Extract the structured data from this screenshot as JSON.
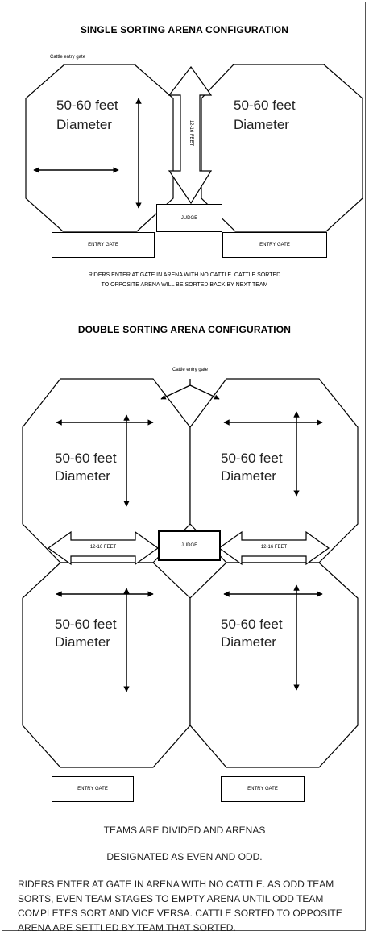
{
  "single": {
    "title": "SINGLE SORTING ARENA CONFIGURATION",
    "cattle_gate": "Cattle entry gate",
    "arena_left_size": "50-60 feet",
    "arena_left_unit": "Diameter",
    "arena_right_size": "50-60 feet",
    "arena_right_unit": "Diameter",
    "gap_label": "12-16 FEET",
    "judge": "JUDGE",
    "entry_left": "ENTRY GATE",
    "entry_right": "ENTRY GATE",
    "note_line1": "RIDERS ENTER AT GATE IN ARENA WITH NO CATTLE. CATTLE SORTED",
    "note_line2": "TO OPPOSITE ARENA WILL BE SORTED BACK BY NEXT TEAM"
  },
  "double": {
    "title": "DOUBLE SORTING ARENA CONFIGURATION",
    "cattle_gate": "Cattle entry gate",
    "arenas": [
      {
        "size": "50-60 feet",
        "unit": "Diameter"
      },
      {
        "size": "50-60 feet",
        "unit": "Diameter"
      },
      {
        "size": "50-60 feet",
        "unit": "Diameter"
      },
      {
        "size": "50-60 feet",
        "unit": "Diameter"
      }
    ],
    "gap_left": "12-16 FEET",
    "gap_right": "12-16 FEET",
    "judge": "JUDGE",
    "entry_left": "ENTRY GATE",
    "entry_right": "ENTRY GATE"
  },
  "teams_line1": "TEAMS ARE DIVIDED AND ARENAS",
  "teams_line2": "DESIGNATED AS EVEN AND ODD.",
  "paragraph": "RIDERS ENTER AT GATE IN ARENA WITH NO CATTLE. AS ODD TEAM SORTS, EVEN TEAM STAGES TO EMPTY ARENA UNTIL ODD TEAM COMPLETES SORT AND VICE VERSA. CATTLE SORTED TO OPPOSITE ARENA ARE SETTLED BY TEAM THAT SORTED."
}
